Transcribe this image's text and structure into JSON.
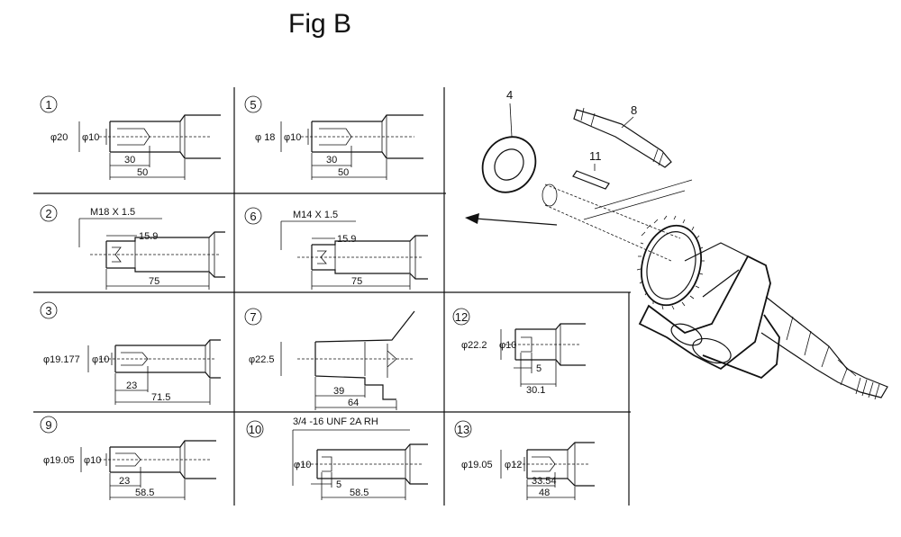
{
  "figure": {
    "title": "Fig B"
  },
  "panels": [
    {
      "id": "1",
      "labels": [
        "φ20",
        "φ10",
        "30",
        "50"
      ]
    },
    {
      "id": "5",
      "labels": [
        "φ 18",
        "φ10",
        "30",
        "50"
      ]
    },
    {
      "id": "2",
      "labels": [
        "M18 X 1.5",
        "15.9",
        "75"
      ]
    },
    {
      "id": "6",
      "labels": [
        "M14 X 1.5",
        "15.9",
        "75"
      ]
    },
    {
      "id": "3",
      "labels": [
        "φ19.177",
        "φ10",
        "23",
        "71.5"
      ]
    },
    {
      "id": "7",
      "labels": [
        "φ22.5",
        "39",
        "64"
      ]
    },
    {
      "id": "12",
      "labels": [
        "φ22.2",
        "φ10",
        "5",
        "30.1"
      ]
    },
    {
      "id": "9",
      "labels": [
        "φ19.05",
        "φ10",
        "23",
        "58.5"
      ]
    },
    {
      "id": "10",
      "labels": [
        "3/4 -16 UNF 2A RH",
        "φ10",
        "5",
        "58.5"
      ]
    },
    {
      "id": "13",
      "labels": [
        "φ19.05",
        "φ12",
        "33.54",
        "48"
      ]
    }
  ],
  "exploded_parts": [
    {
      "callout": "4"
    },
    {
      "callout": "8"
    },
    {
      "callout": "11"
    }
  ]
}
